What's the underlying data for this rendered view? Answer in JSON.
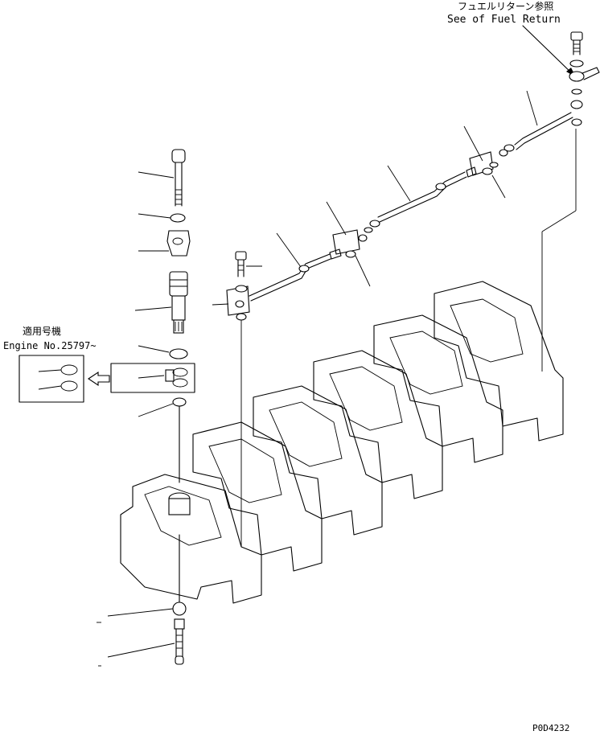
{
  "reference": {
    "japanese": "フュエルリターン参照",
    "english": "See of Fuel Return"
  },
  "applicable": {
    "japanese": "適用号機",
    "engine_no": "Engine No.25797~"
  },
  "drawing_code": "P0D4232",
  "icons": [
    "arrow-left-icon"
  ]
}
